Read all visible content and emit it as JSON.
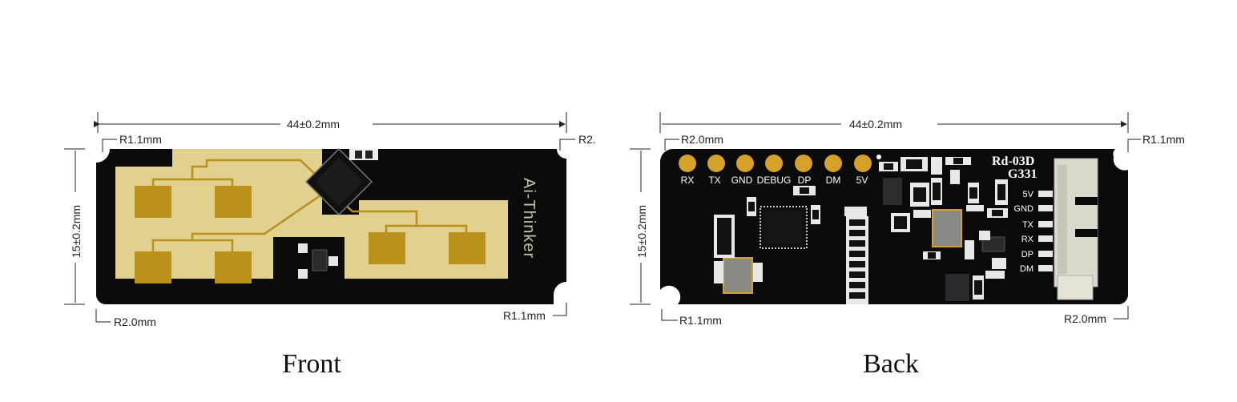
{
  "front": {
    "caption": "Front",
    "width_label": "44±0.2mm",
    "height_label": "15±0.2mm",
    "radius_top_left": "R1.1mm",
    "radius_top_right": "R2.",
    "radius_bottom_left": "R2.0mm",
    "radius_bottom_right": "R1.1mm",
    "brand_text": "Ai-Thinker"
  },
  "back": {
    "caption": "Back",
    "width_label": "44±0.2mm",
    "height_label": "15±0.2mm",
    "radius_top_left": "R2.0mm",
    "radius_top_right": "R1.1mm",
    "radius_bottom_left": "R1.1mm",
    "radius_bottom_right": "R2.0mm",
    "model": "Rd-03D",
    "model_sub": "G331",
    "top_pins": [
      "RX",
      "TX",
      "GND",
      "DEBUG",
      "DP",
      "DM",
      "5V"
    ],
    "connector_pins": [
      "5V",
      "GND",
      "TX",
      "RX",
      "DP",
      "DM"
    ]
  },
  "colors": {
    "pcb": "#0b0b0b",
    "antenna_area": "#e2d08e",
    "patch": "#b8901a",
    "pad_gold": "#d6a12a",
    "connector": "#dcd8ce"
  }
}
